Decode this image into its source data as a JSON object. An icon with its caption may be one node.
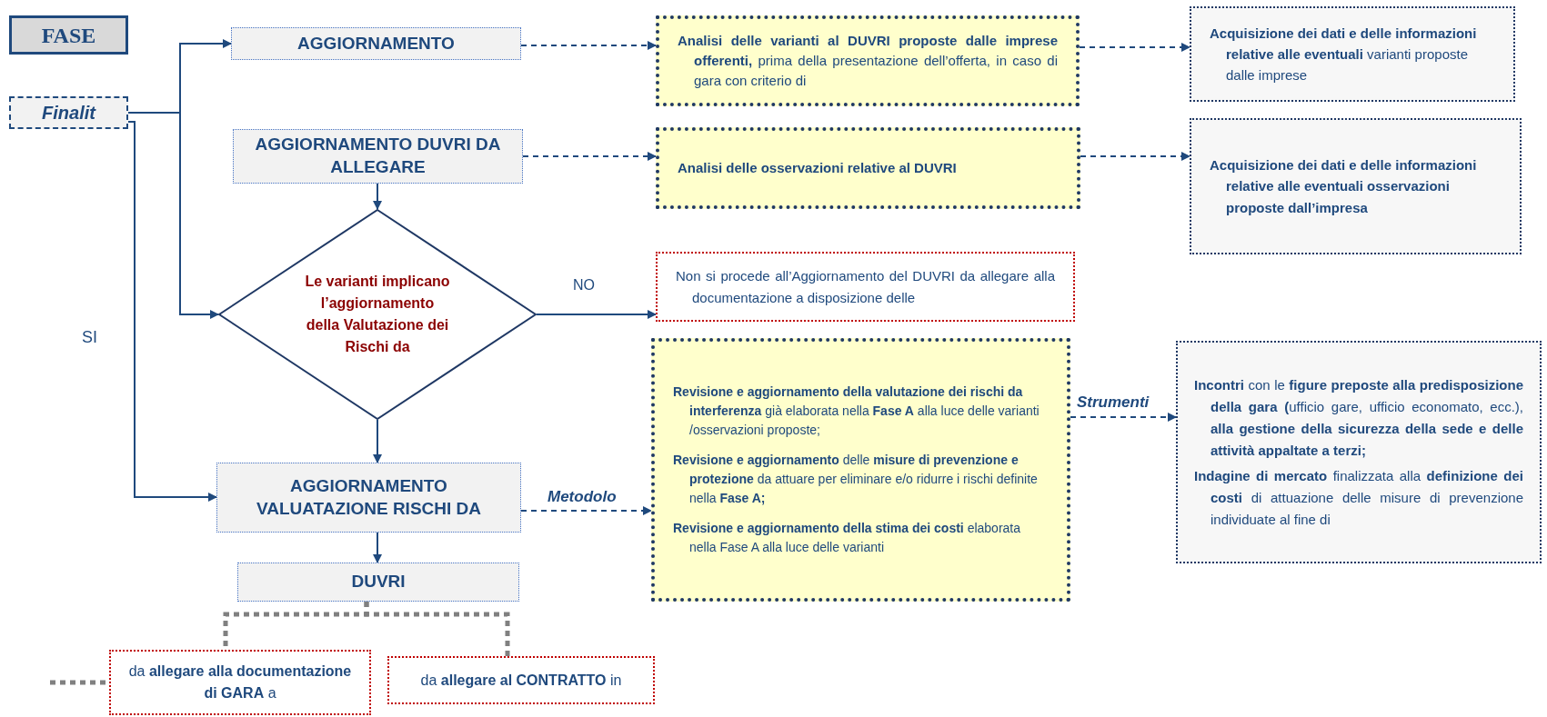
{
  "diagram": {
    "nodes": [
      {
        "text": [
          "FASE"
        ]
      },
      {
        "text": [
          "Finalit"
        ]
      },
      {
        "text": [
          "AGGIORNAMENTO"
        ]
      },
      {
        "text": [
          "AGGIORNAMENTO DUVRI DA ALLEGARE"
        ]
      },
      {
        "text": [
          "Le varianti implicano l’aggiornamento della Valutazione dei Rischi da"
        ]
      },
      {
        "text": [
          "AGGIORNAMENTO VALUATAZIONE RISCHI DA"
        ]
      },
      {
        "text": [
          "DUVRI"
        ]
      },
      {
        "text": [
          "**Analisi delle varianti al DUVRI proposte dalle imprese offerenti,** prima della presentazione dell’offerta, in caso di gara con criterio di"
        ]
      },
      {
        "text": [
          "Analisi delle osservazioni relative al DUVRI"
        ]
      },
      {
        "text": [
          "Non si procede all’Aggiornamento del DUVRI da allegare alla documentazione a disposizione delle"
        ]
      },
      {
        "text": [
          "**Revisione e aggiornamento della valutazione dei rischi da interferenza** già elaborata nella **Fase A** alla luce delle varianti /osservazioni proposte;",
          "**Revisione e aggiornamento** delle **misure di prevenzione e protezione** da attuare per eliminare e/o ridurre i rischi definite nella **Fase A;**",
          "**Revisione e aggiornamento della stima dei costi** elaborata nella Fase A alla luce delle varianti"
        ]
      },
      {
        "text": [
          "**Acquisizione dei dati e delle informazioni relative alle eventuali** varianti proposte dalle imprese"
        ]
      },
      {
        "text": [
          "Acquisizione dei dati e delle informazioni relative alle eventuali osservazioni proposte dall’impresa"
        ]
      },
      {
        "text": [
          "**Incontri** con le **figure preposte alla predisposizione della gara (**ufficio gare, ufficio economato, ecc.), **alla gestione della sicurezza della sede e delle attività appaltate a terzi;**",
          "**Indagine di mercato** finalizzata alla **definizione dei costi** di attuazione delle misure di prevenzione individuate al fine di"
        ]
      },
      {
        "text": [
          "da **allegare alla documentazione di GARA** a"
        ]
      },
      {
        "text": [
          "da **allegare al CONTRATTO** in"
        ]
      }
    ],
    "edges": [
      {
        "from": 1,
        "to": 2,
        "arrow": "to"
      },
      {
        "from": 1,
        "to": 4,
        "arrow": "to"
      },
      {
        "from": 1,
        "to": 5,
        "arrow": "to",
        "label": "SI"
      },
      {
        "from": 3,
        "to": 4,
        "arrow": "to"
      },
      {
        "from": 4,
        "to": 5,
        "arrow": "to"
      },
      {
        "from": 5,
        "to": 6,
        "arrow": "to"
      },
      {
        "from": 4,
        "to": 9,
        "arrow": "to",
        "label": "NO"
      },
      {
        "from": 2,
        "to": 7,
        "arrow": "to",
        "style": "dashed"
      },
      {
        "from": 3,
        "to": 8,
        "arrow": "to",
        "style": "dashed"
      },
      {
        "from": 7,
        "to": 11,
        "arrow": "to",
        "style": "dashed"
      },
      {
        "from": 8,
        "to": 12,
        "arrow": "to",
        "style": "dashed"
      },
      {
        "from": 5,
        "to": 10,
        "arrow": "to",
        "style": "dashed",
        "label": "Metodolo"
      },
      {
        "from": 10,
        "to": 13,
        "arrow": "to",
        "style": "dashed",
        "label": "Strumenti"
      },
      {
        "from": 6,
        "to": 14,
        "arrow": "none",
        "style": "dashed",
        "color": "#808080"
      },
      {
        "from": 6,
        "to": 15,
        "arrow": "none",
        "style": "dashed",
        "color": "#808080"
      },
      {
        "from": null,
        "to": 14,
        "arrow": "none",
        "style": "dashed",
        "color": "#808080"
      }
    ]
  }
}
